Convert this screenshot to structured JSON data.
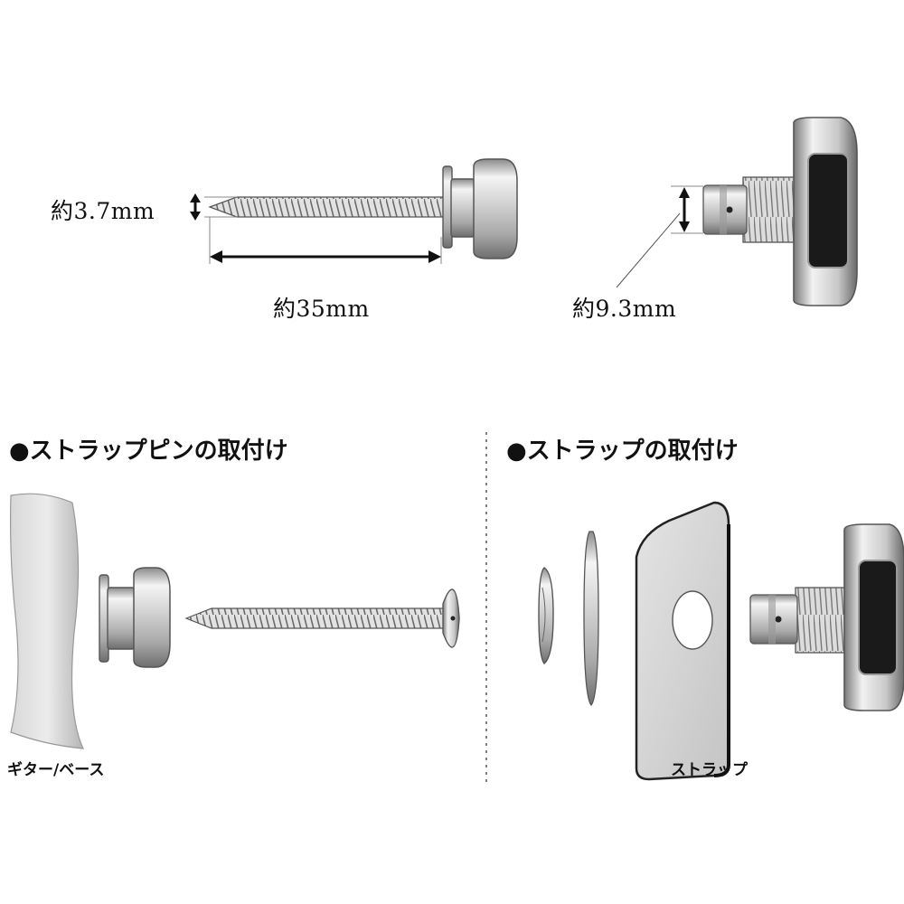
{
  "dimensions": {
    "diameter_label": "約3.7mm",
    "length_label": "約35mm",
    "head_label": "約9.3mm"
  },
  "sections": {
    "pin_install_heading": "●ストラップピンの取付け",
    "strap_install_heading": "●ストラップの取付け"
  },
  "captions": {
    "guitar_body": "ギター/ベース",
    "strap": "ストラップ"
  }
}
